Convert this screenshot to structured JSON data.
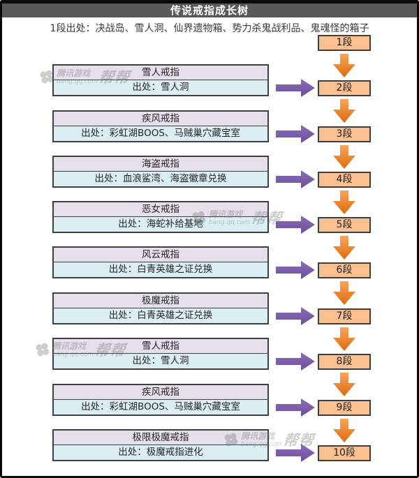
{
  "header": {
    "title": "传说戒指成长树"
  },
  "subtitle": "1段出处：决战岛、雪人洞、仙界遗物箱、势力杀鬼战利品、鬼魂怪的箱子",
  "stages": [
    "1段",
    "2段",
    "3段",
    "4段",
    "5段",
    "6段",
    "7段",
    "8段",
    "9段",
    "10段"
  ],
  "rings": [
    {
      "name": "雪人戒指",
      "source": "出处：雪人洞",
      "to_stage": "2段"
    },
    {
      "name": "疾风戒指",
      "source": "出处：彩虹湖BOOS、马贼巢穴藏宝室",
      "to_stage": "3段"
    },
    {
      "name": "海盗戒指",
      "source": "出处：血浪鲨湾、海盗徽章兑换",
      "to_stage": "4段"
    },
    {
      "name": "恶女戒指",
      "source": "出处：海蛇补给基地",
      "to_stage": "5段"
    },
    {
      "name": "风云戒指",
      "source": "出处：白青英雄之证兑换",
      "to_stage": "6段"
    },
    {
      "name": "极魔戒指",
      "source": "出处：白青英雄之证兑换",
      "to_stage": "7段"
    },
    {
      "name": "雪人戒指",
      "source": "出处：雪人洞",
      "to_stage": "8段"
    },
    {
      "name": "疾风戒指",
      "source": "出处：彩虹湖BOOS、马贼巢穴藏宝室",
      "to_stage": "9段"
    },
    {
      "name": "极限极魔戒指",
      "source": "出处：极魔戒指进化",
      "to_stage": "10段"
    }
  ],
  "watermark": {
    "brand": "腾讯游戏",
    "bang": "帮帮",
    "url": "bang.qq.com",
    "logo": "clover-icon"
  },
  "colors": {
    "header_bg": "#58595B",
    "stage_fill": "#FAC090",
    "ring_name_fill": "#E5E0EC",
    "ring_source_fill": "#DAEEF3",
    "right_arrow": "#7B5CA5",
    "down_arrow": "#E8770E",
    "box_border": "#3F3F3F"
  }
}
